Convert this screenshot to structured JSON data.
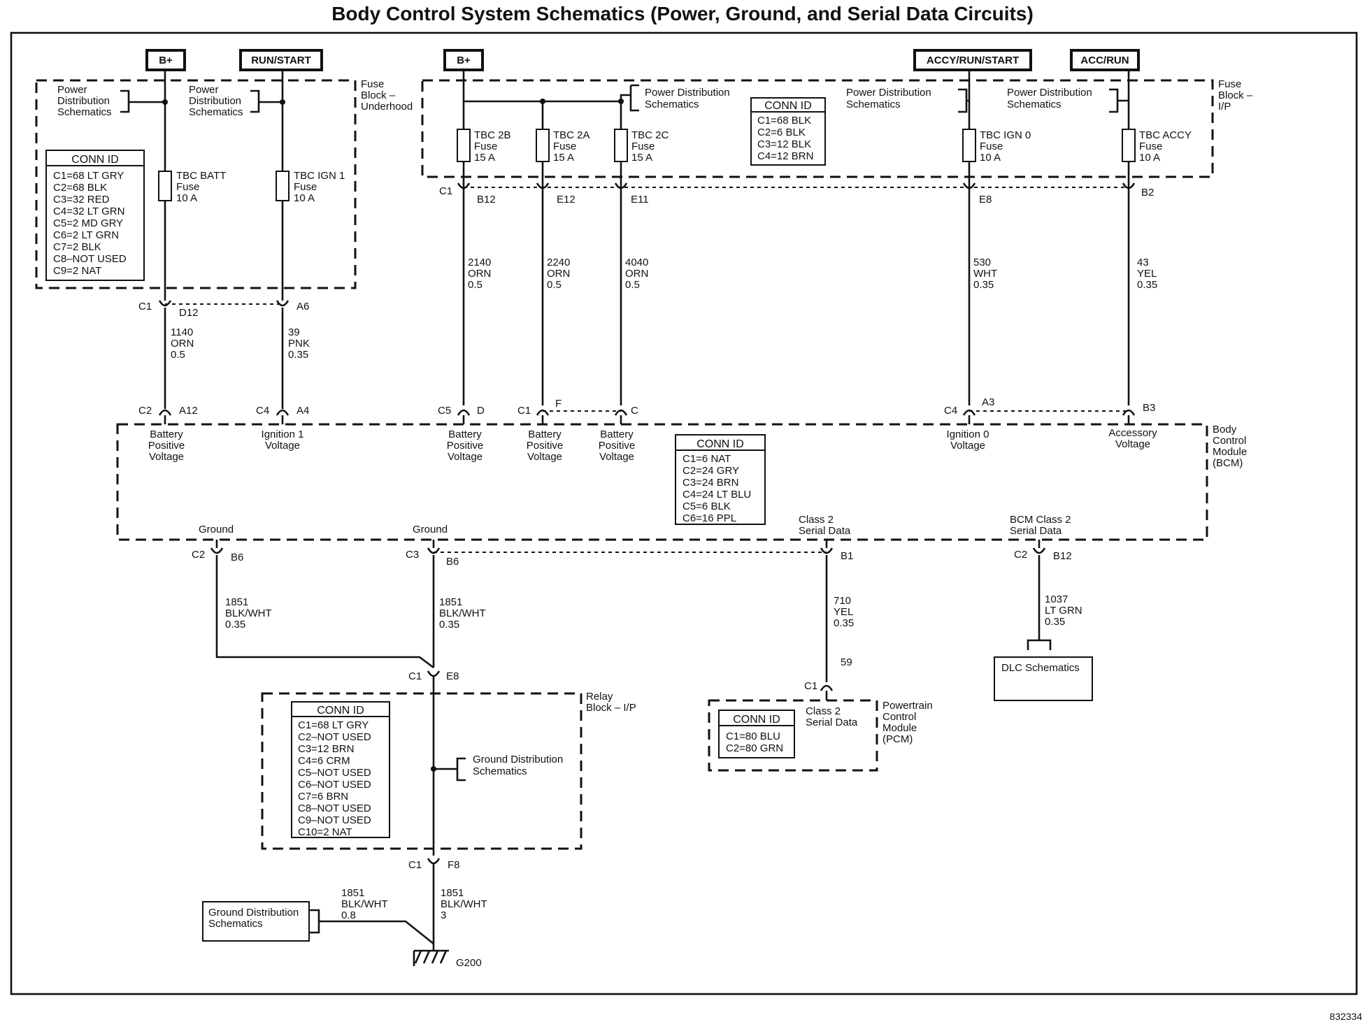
{
  "title": "Body Control System Schematics (Power, Ground, and Serial Data Circuits)",
  "figure_id": "832334",
  "power_sources": [
    "B+",
    "RUN/START",
    "B+",
    "ACCY/RUN/START",
    "ACC/RUN"
  ],
  "fuse_block_underhood": {
    "label": [
      "Fuse",
      "Block –",
      "Underhood"
    ],
    "ref1": [
      "Power",
      "Distribution",
      "Schematics"
    ],
    "ref2": [
      "Power",
      "Distribution",
      "Schematics"
    ],
    "conn_header": "CONN ID",
    "conn": [
      "C1=68 LT GRY",
      "C2=68 BLK",
      "C3=32 RED",
      "C4=32 LT GRN",
      "C5=2 MD GRY",
      "C6=2 LT GRN",
      "C7=2 BLK",
      "C8–NOT USED",
      "C9=2 NAT"
    ],
    "fuse_batt": [
      "TBC BATT",
      "Fuse",
      "10 A"
    ],
    "fuse_ign1": [
      "TBC IGN 1",
      "Fuse",
      "10 A"
    ]
  },
  "fuse_block_ip": {
    "label": [
      "Fuse",
      "Block –",
      "I/P"
    ],
    "ref1": [
      "Power Distribution",
      "Schematics"
    ],
    "ref2": [
      "Power Distribution",
      "Schematics"
    ],
    "ref3": [
      "Power Distribution",
      "Schematics"
    ],
    "conn_header": "CONN ID",
    "conn": [
      "C1=68 BLK",
      "C2=6 BLK",
      "C3=12 BLK",
      "C4=12 BRN"
    ],
    "fuse_2b": [
      "TBC 2B",
      "Fuse",
      "15 A"
    ],
    "fuse_2a": [
      "TBC 2A",
      "Fuse",
      "15 A"
    ],
    "fuse_2c": [
      "TBC 2C",
      "Fuse",
      "15 A"
    ],
    "fuse_ign0": [
      "TBC IGN 0",
      "Fuse",
      "10 A"
    ],
    "fuse_accy": [
      "TBC ACCY",
      "Fuse",
      "10 A"
    ]
  },
  "connector_labels": {
    "c1": "C1",
    "d12": "D12",
    "a6": "A6",
    "c1b": "C1",
    "b12": "B12",
    "e12": "E12",
    "e11": "E11",
    "e8": "E8",
    "b2": "B2",
    "c2": "C2",
    "a12": "A12",
    "c4": "C4",
    "a4": "A4",
    "c5": "C5",
    "d": "D",
    "c1c": "C1",
    "f": "F",
    "c": "C",
    "c4b": "C4",
    "a3": "A3",
    "b3": "B3",
    "c2b": "C2",
    "b6": "B6",
    "c3": "C3",
    "b6b": "B6",
    "b1": "B1",
    "c2c": "C2",
    "b12b": "B12",
    "c1d": "C1",
    "e8b": "E8",
    "c1e": "C1",
    "f8": "F8",
    "c1f": "C1",
    "p59": "59"
  },
  "wires": {
    "w1140": [
      "1140",
      "ORN",
      "0.5"
    ],
    "w39": [
      "39",
      "PNK",
      "0.35"
    ],
    "w2140": [
      "2140",
      "ORN",
      "0.5"
    ],
    "w2240": [
      "2240",
      "ORN",
      "0.5"
    ],
    "w4040": [
      "4040",
      "ORN",
      "0.5"
    ],
    "w530": [
      "530",
      "WHT",
      "0.35"
    ],
    "w43": [
      "43",
      "YEL",
      "0.35"
    ],
    "w1851a": [
      "1851",
      "BLK/WHT",
      "0.35"
    ],
    "w1851b": [
      "1851",
      "BLK/WHT",
      "0.35"
    ],
    "w710": [
      "710",
      "YEL",
      "0.35"
    ],
    "w1037": [
      "1037",
      "LT GRN",
      "0.35"
    ],
    "w1851c": [
      "1851",
      "BLK/WHT",
      "0.8"
    ],
    "w1851d": [
      "1851",
      "BLK/WHT",
      "3"
    ]
  },
  "bcm": {
    "label": [
      "Body",
      "Control",
      "Module",
      "(BCM)"
    ],
    "in_batt1": [
      "Battery",
      "Positive",
      "Voltage"
    ],
    "in_ign1": [
      "Ignition 1",
      "Voltage"
    ],
    "in_batt2": [
      "Battery",
      "Positive",
      "Voltage"
    ],
    "in_batt3": [
      "Battery",
      "Positive",
      "Voltage"
    ],
    "in_batt4": [
      "Battery",
      "Positive",
      "Voltage"
    ],
    "in_ign0": [
      "Ignition 0",
      "Voltage"
    ],
    "in_acc": [
      "Accessory",
      "Voltage"
    ],
    "conn_header": "CONN ID",
    "conn": [
      "C1=6 NAT",
      "C2=24 GRY",
      "C3=24 BRN",
      "C4=24 LT BLU",
      "C5=6 BLK",
      "C6=16 PPL"
    ],
    "gnd1": "Ground",
    "gnd2": "Ground",
    "class2": [
      "Class 2",
      "Serial Data"
    ],
    "bcm_class2": [
      "BCM Class 2",
      "Serial Data"
    ]
  },
  "relay_block": {
    "label": [
      "Relay",
      "Block – I/P"
    ],
    "conn_header": "CONN ID",
    "conn": [
      "C1=68 LT GRY",
      "C2–NOT USED",
      "C3=12 BRN",
      "C4=6 CRM",
      "C5–NOT USED",
      "C6–NOT USED",
      "C7=6 BRN",
      "C8–NOT USED",
      "C9–NOT USED",
      "C10=2 NAT"
    ],
    "ref": [
      "Ground Distribution",
      "Schematics"
    ]
  },
  "pcm": {
    "label": [
      "Powertrain",
      "Control",
      "Module",
      "(PCM)"
    ],
    "class2": [
      "Class 2",
      "Serial Data"
    ],
    "conn_header": "CONN ID",
    "conn": [
      "C1=80 BLU",
      "C2=80 GRN"
    ]
  },
  "dlc": "DLC Schematics",
  "ground_ref": [
    "Ground Distribution",
    "Schematics"
  ],
  "ground_point": "G200"
}
